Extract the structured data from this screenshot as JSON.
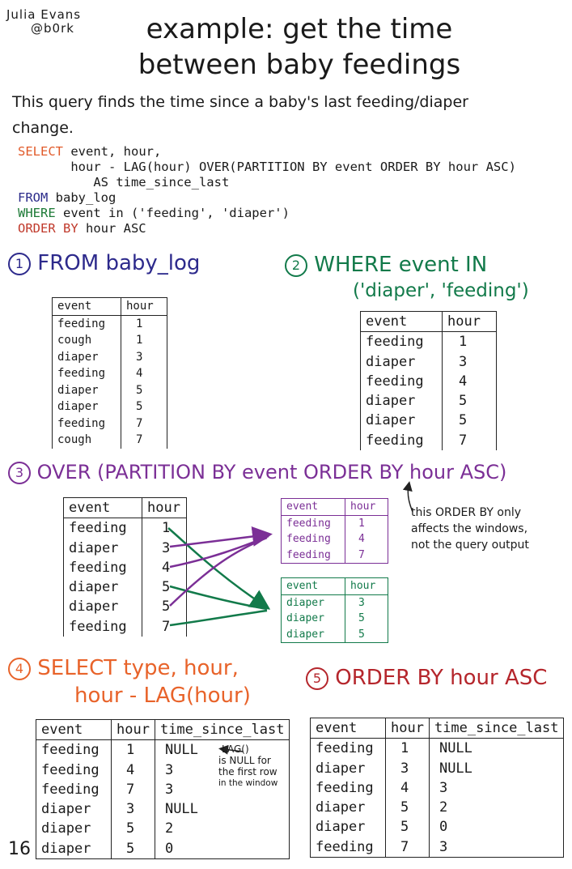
{
  "author": {
    "name": "Julia Evans",
    "handle": "@b0rk"
  },
  "title": {
    "line1": "example: get the time",
    "line2": "between baby feedings"
  },
  "intro": {
    "line1": "This query finds the time since a baby's last feeding/diaper",
    "line2": "change."
  },
  "sql": {
    "line1_kw": "SELECT",
    "line1_rest": " event, hour,",
    "line2": "       hour - LAG(hour) OVER(PARTITION BY event ORDER BY hour ASC)",
    "line3": "          AS time_since_last",
    "line4_kw": "FROM",
    "line4_rest": " baby_log",
    "line5_kw": "WHERE",
    "line5_rest": " event in ('feeding', 'diaper')",
    "line6_kw": "ORDER BY",
    "line6_rest": " hour ASC"
  },
  "step1": {
    "number": "1",
    "label": "FROM baby_log",
    "headers": [
      "event",
      "hour"
    ],
    "rows": [
      [
        "feeding",
        "1"
      ],
      [
        "cough",
        "1"
      ],
      [
        "diaper",
        "3"
      ],
      [
        "feeding",
        "4"
      ],
      [
        "diaper",
        "5"
      ],
      [
        "diaper",
        "5"
      ],
      [
        "feeding",
        "7"
      ],
      [
        "cough",
        "7"
      ]
    ]
  },
  "step2": {
    "number": "2",
    "label_line1": "WHERE event IN",
    "label_line2": "('diaper', 'feeding')",
    "headers": [
      "event",
      "hour"
    ],
    "rows": [
      [
        "feeding",
        "1"
      ],
      [
        "diaper",
        "3"
      ],
      [
        "feeding",
        "4"
      ],
      [
        "diaper",
        "5"
      ],
      [
        "diaper",
        "5"
      ],
      [
        "feeding",
        "7"
      ]
    ]
  },
  "step3": {
    "number": "3",
    "label": "OVER (PARTITION BY event ORDER BY hour ASC)",
    "headers": [
      "event",
      "hour"
    ],
    "rows": [
      [
        "feeding",
        "1"
      ],
      [
        "diaper",
        "3"
      ],
      [
        "feeding",
        "4"
      ],
      [
        "diaper",
        "5"
      ],
      [
        "diaper",
        "5"
      ],
      [
        "feeding",
        "7"
      ]
    ],
    "window_feeding": {
      "headers": [
        "event",
        "hour"
      ],
      "rows": [
        [
          "feeding",
          "1"
        ],
        [
          "feeding",
          "4"
        ],
        [
          "feeding",
          "7"
        ]
      ]
    },
    "window_diaper": {
      "headers": [
        "event",
        "hour"
      ],
      "rows": [
        [
          "diaper",
          "3"
        ],
        [
          "diaper",
          "5"
        ],
        [
          "diaper",
          "5"
        ]
      ]
    },
    "note": {
      "line1": "this ORDER BY only",
      "line2": "affects the windows,",
      "line3": "not the query output"
    }
  },
  "step4": {
    "number": "4",
    "label_line1": "SELECT type, hour,",
    "label_line2": "hour - LAG(hour)",
    "headers": [
      "event",
      "hour",
      "time_since_last"
    ],
    "rows": [
      [
        "feeding",
        "1",
        "NULL"
      ],
      [
        "feeding",
        "4",
        "3"
      ],
      [
        "feeding",
        "7",
        "3"
      ],
      [
        "diaper",
        "3",
        "NULL"
      ],
      [
        "diaper",
        "5",
        "2"
      ],
      [
        "diaper",
        "5",
        "0"
      ]
    ],
    "note": {
      "line1": "LAG()",
      "line2": "is NULL for",
      "line3": "the first row",
      "line4": "in the window"
    }
  },
  "step5": {
    "number": "5",
    "label": "ORDER BY hour ASC",
    "headers": [
      "event",
      "hour",
      "time_since_last"
    ],
    "rows": [
      [
        "feeding",
        "1",
        "NULL"
      ],
      [
        "diaper",
        "3",
        "NULL"
      ],
      [
        "feeding",
        "4",
        "3"
      ],
      [
        "diaper",
        "5",
        "2"
      ],
      [
        "diaper",
        "5",
        "0"
      ],
      [
        "feeding",
        "7",
        "3"
      ]
    ]
  },
  "page_number": "16",
  "colors": {
    "purple": "#2d2a8c",
    "green": "#127a4a",
    "violet": "#7b2f96",
    "orange": "#e8632a",
    "red": "#b5262c",
    "sql_keyword": "#e15a2a"
  }
}
